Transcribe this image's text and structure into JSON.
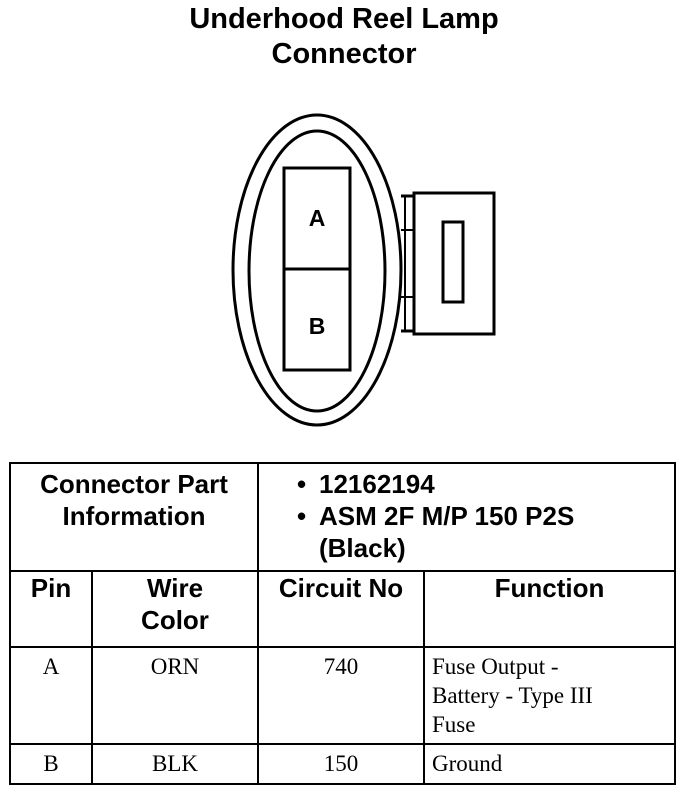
{
  "title": {
    "line1": "Underhood Reel Lamp",
    "line2": "Connector"
  },
  "connector": {
    "pin_a_label": "A",
    "pin_b_label": "B"
  },
  "part_info": {
    "label_line1": "Connector Part",
    "label_line2": "Information",
    "items": [
      "12162194",
      "ASM 2F M/P 150 P2S",
      "(Black)"
    ]
  },
  "table": {
    "headers": {
      "pin": "Pin",
      "wire_color_line1": "Wire",
      "wire_color_line2": "Color",
      "circuit_no": "Circuit No",
      "function": "Function"
    },
    "rows": [
      {
        "pin": "A",
        "wire_color": "ORN",
        "circuit_no": "740",
        "function_lines": [
          "Fuse Output -",
          "Battery - Type III",
          "Fuse"
        ]
      },
      {
        "pin": "B",
        "wire_color": "BLK",
        "circuit_no": "150",
        "function_lines": [
          "Ground"
        ]
      }
    ]
  }
}
